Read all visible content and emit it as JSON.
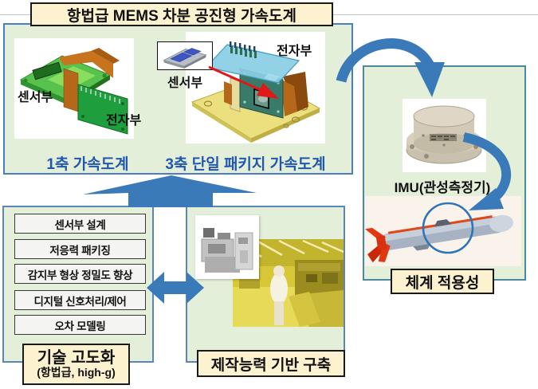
{
  "title": "항법급 MEMS 차분 공진형 가속도계",
  "top_left_panel": {
    "one_axis": {
      "sensor_label": "센서부",
      "electronics_label": "전자부",
      "caption": "1축 가속도계"
    },
    "three_axis": {
      "sensor_label": "센서부",
      "electronics_label": "전자부",
      "caption": "3축 단일 패키지 가속도계"
    }
  },
  "right_panel": {
    "imu_label": "IMU(관성측정기)",
    "system_caption": "체계 적용성"
  },
  "bottom_left_panel": {
    "items": [
      "센서부 설계",
      "저응력 패키징",
      "감지부 형상 정밀도 향상",
      "디지털 신호처리/제어",
      "오차 모델링"
    ],
    "caption_line1": "기술 고도화",
    "caption_line2": "(항법급, high-g)"
  },
  "bottom_middle_panel": {
    "caption": "제작능력 기반 구축"
  },
  "icons": {
    "up_block_arrow": "block arrow pointing up",
    "left_right_block_arrow": "double-headed block arrow",
    "curved_arrow_to_imu": "curved arrow into IMU panel",
    "curved_arrow_to_missile": "curved arrow from IMU to missile",
    "red_pointer_arrow": "red arrow from sensor chip to package"
  },
  "colors": {
    "panel_green": "#e4efda",
    "panel_border_blue": "#4a7ebe",
    "panel_border_teal": "#4b8a9e",
    "arrow_blue": "#3b7ab8",
    "caption_blue": "#2158ae",
    "cream": "#fdf2cf",
    "red_arrow": "#e01818"
  }
}
